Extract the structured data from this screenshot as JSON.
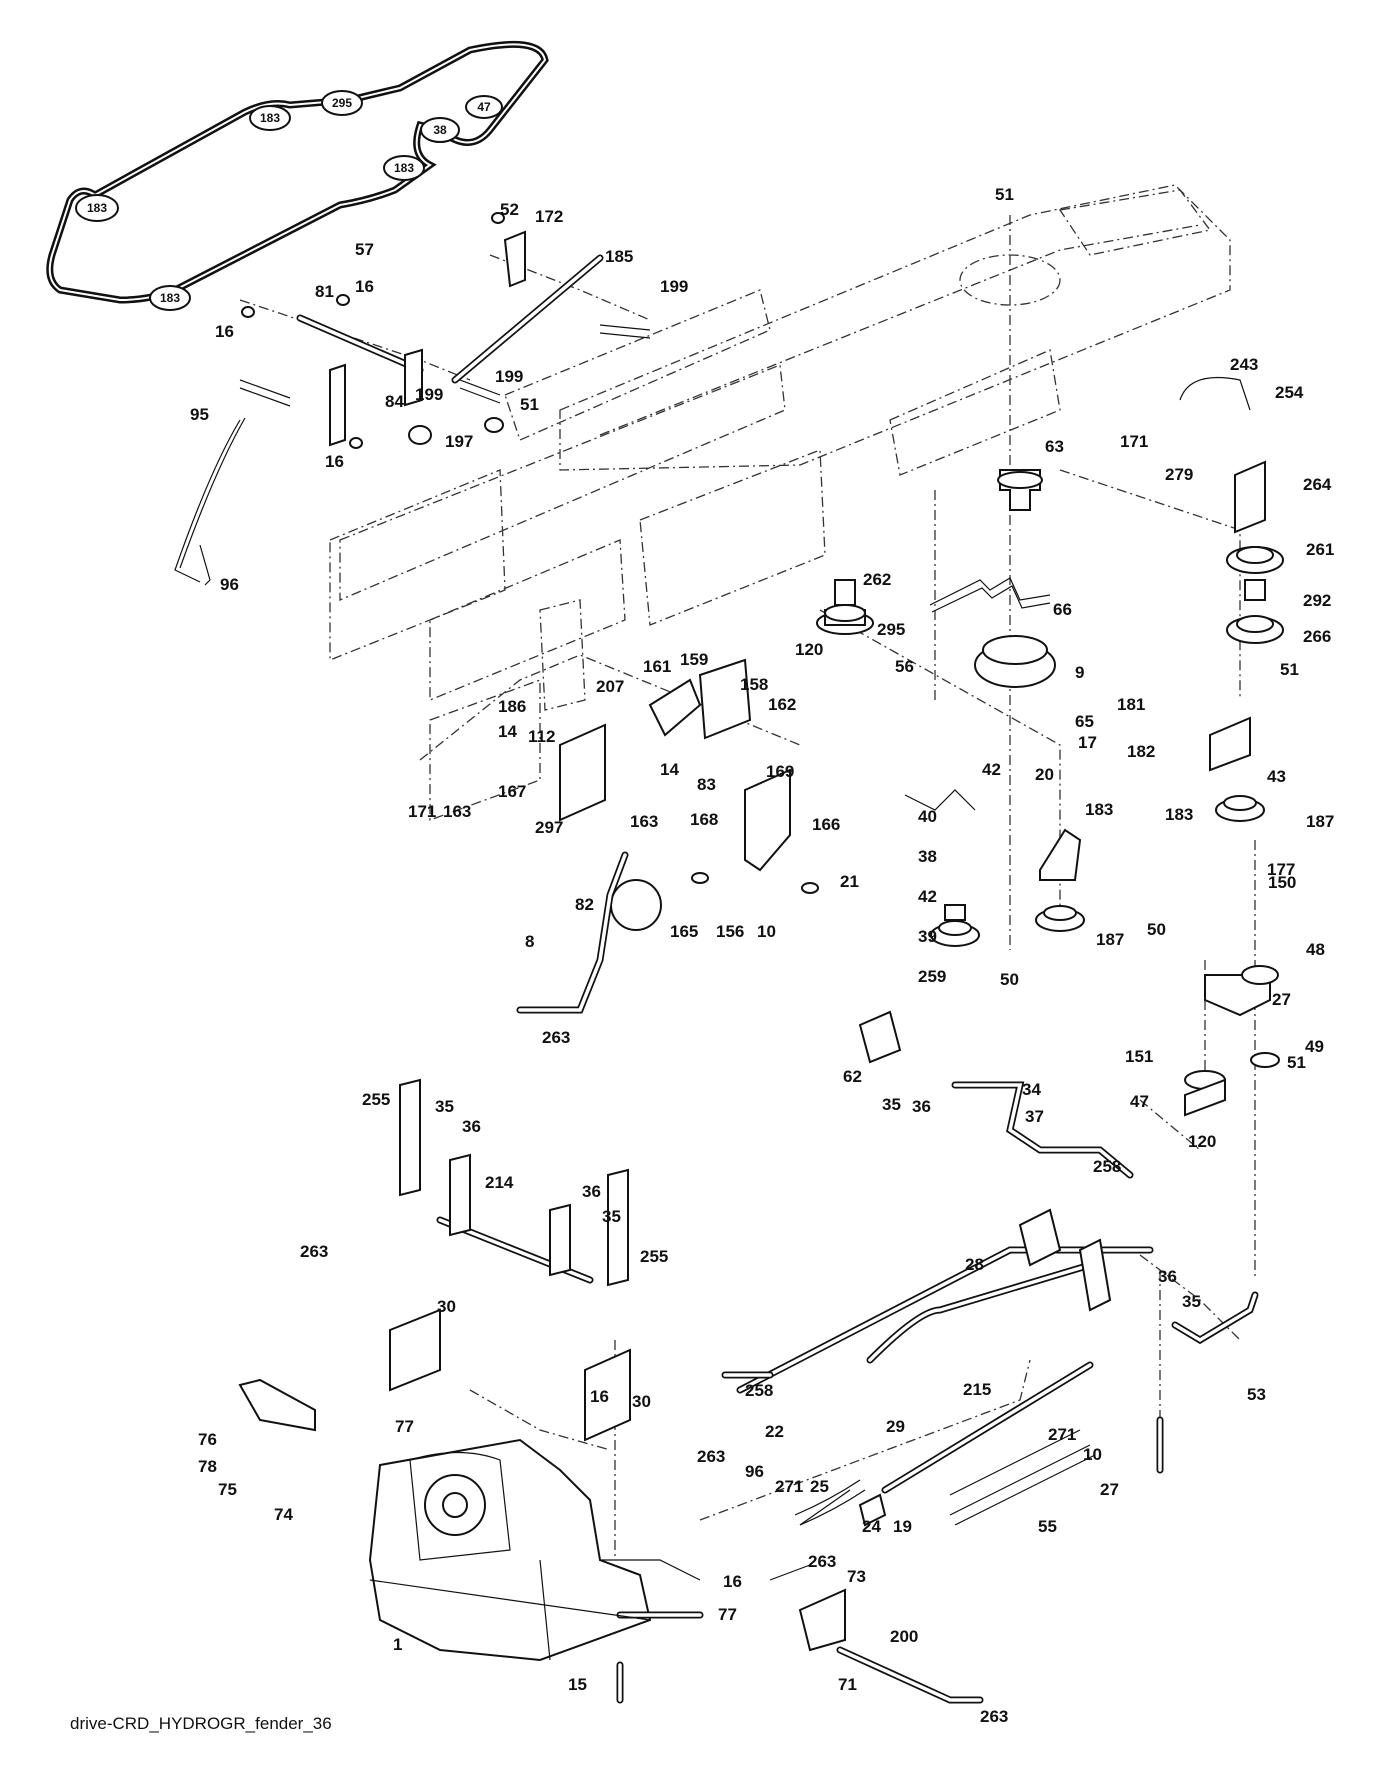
{
  "caption": "drive-CRD_HYDROGR_fender_36",
  "belt_pulley_labels": [
    "183",
    "295",
    "47",
    "38",
    "183",
    "183",
    "183"
  ],
  "callouts": [
    "57",
    "52",
    "172",
    "185",
    "199",
    "51",
    "16",
    "81",
    "16",
    "199",
    "84",
    "199",
    "51",
    "197",
    "16",
    "95",
    "96",
    "243",
    "254",
    "171",
    "279",
    "264",
    "63",
    "261",
    "292",
    "266",
    "51",
    "262",
    "295",
    "120",
    "56",
    "66",
    "9",
    "65",
    "17",
    "20",
    "161",
    "159",
    "158",
    "207",
    "162",
    "186",
    "14",
    "112",
    "14",
    "83",
    "169",
    "171",
    "163",
    "167",
    "297",
    "163",
    "168",
    "166",
    "21",
    "82",
    "165",
    "156",
    "10",
    "8",
    "263",
    "181",
    "182",
    "43",
    "183",
    "187",
    "177",
    "42",
    "40",
    "38",
    "42",
    "39",
    "259",
    "183",
    "187",
    "50",
    "50",
    "150",
    "48",
    "27",
    "151",
    "49",
    "51",
    "47",
    "120",
    "62",
    "35",
    "36",
    "34",
    "37",
    "258",
    "255",
    "35",
    "36",
    "214",
    "36",
    "35",
    "255",
    "263",
    "30",
    "28",
    "36",
    "35",
    "16",
    "30",
    "263",
    "76",
    "78",
    "75",
    "74",
    "77",
    "258",
    "22",
    "29",
    "271",
    "10",
    "53",
    "215",
    "27",
    "96",
    "271",
    "25",
    "24",
    "19",
    "55",
    "263",
    "73",
    "16",
    "77",
    "200",
    "1",
    "15",
    "71",
    "263"
  ]
}
